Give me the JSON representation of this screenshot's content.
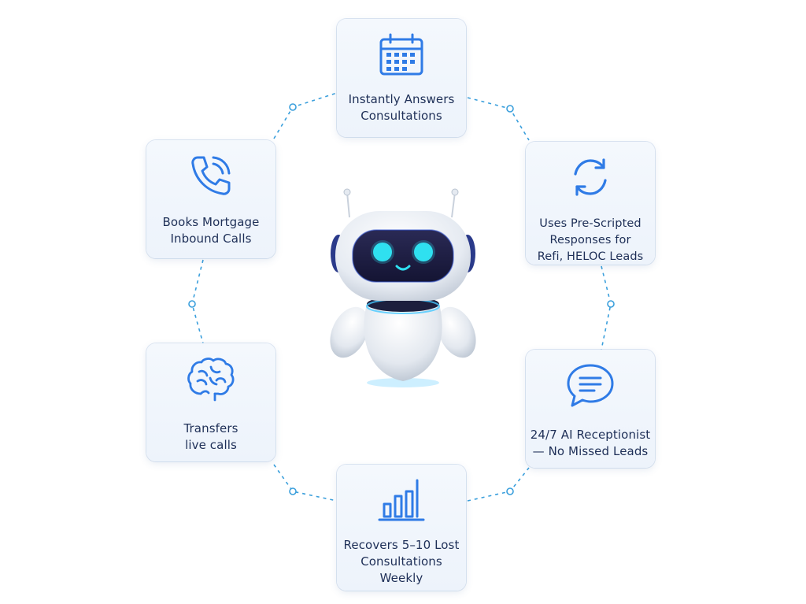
{
  "cards": {
    "top": {
      "label": "Instantly Answers\nConsultations",
      "icon": "calendar-icon"
    },
    "upper_left": {
      "label": "Books Mortgage\nInbound Calls",
      "icon": "phone-call-icon"
    },
    "upper_right": {
      "label": "Uses Pre-Scripted\nResponses for\nRefi, HELOC Leads",
      "icon": "refresh-cycle-icon"
    },
    "lower_left": {
      "label": "Transfers\nlive calls",
      "icon": "brain-icon"
    },
    "lower_right": {
      "label": "24/7 AI Receptionist\n— No Missed Leads",
      "icon": "chat-bubble-icon"
    },
    "bottom": {
      "label": "Recovers 5–10 Lost\nConsultations\nWeekly",
      "icon": "bar-chart-icon"
    }
  },
  "center": {
    "icon": "robot-mascot-icon"
  },
  "colors": {
    "accent": "#2f7be6",
    "text": "#1e2f57",
    "card_bg": "#eef4fb",
    "connector": "#3a9fdc",
    "robot_eye": "#2fe0f0"
  }
}
